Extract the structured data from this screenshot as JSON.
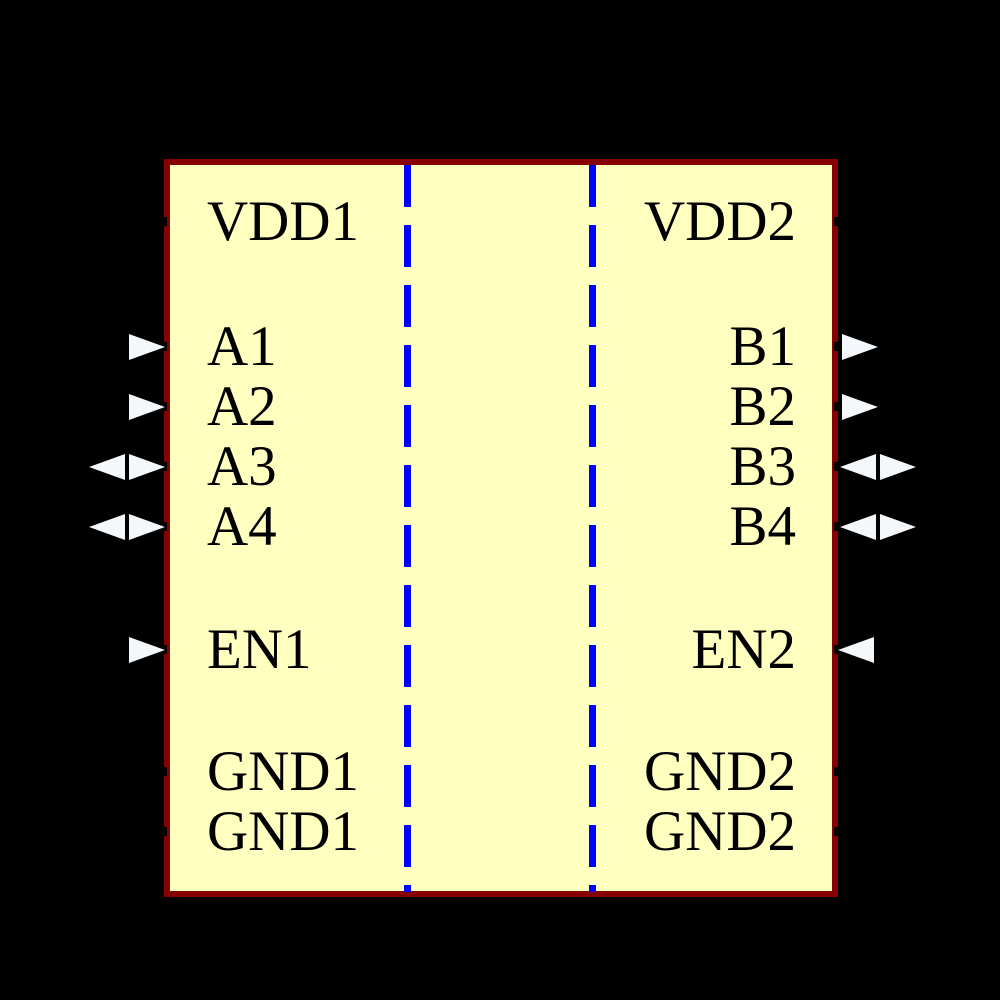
{
  "diagram": {
    "kind": "schematic-component-symbol",
    "description": "Quad-channel digital isolator symbol with two isolation barrier dashed lines",
    "colors": {
      "background": "#000000",
      "body_fill": "#FFFFC0",
      "body_border": "#870000",
      "isolation_line": "#0000FF",
      "label_text": "#000000",
      "arrow_fill": "#F5F8FB"
    }
  },
  "left_pins": [
    {
      "label": "VDD1",
      "direction": "power",
      "arrow": "none"
    },
    {
      "label": "A1",
      "direction": "input",
      "arrow": "input-arrow"
    },
    {
      "label": "A2",
      "direction": "input",
      "arrow": "input-arrow"
    },
    {
      "label": "A3",
      "direction": "bidirectional",
      "arrow": "bidirectional-arrow"
    },
    {
      "label": "A4",
      "direction": "bidirectional",
      "arrow": "bidirectional-arrow"
    },
    {
      "label": "EN1",
      "direction": "input",
      "arrow": "input-arrow"
    },
    {
      "label": "GND1",
      "direction": "power",
      "arrow": "none"
    },
    {
      "label": "GND1",
      "direction": "power",
      "arrow": "none"
    }
  ],
  "right_pins": [
    {
      "label": "VDD2",
      "direction": "power",
      "arrow": "none"
    },
    {
      "label": "B1",
      "direction": "output",
      "arrow": "output-arrow"
    },
    {
      "label": "B2",
      "direction": "output",
      "arrow": "output-arrow"
    },
    {
      "label": "B3",
      "direction": "bidirectional",
      "arrow": "bidirectional-arrow"
    },
    {
      "label": "B4",
      "direction": "bidirectional",
      "arrow": "bidirectional-arrow"
    },
    {
      "label": "EN2",
      "direction": "input",
      "arrow": "input-arrow"
    },
    {
      "label": "GND2",
      "direction": "power",
      "arrow": "none"
    },
    {
      "label": "GND2",
      "direction": "power",
      "arrow": "none"
    }
  ]
}
